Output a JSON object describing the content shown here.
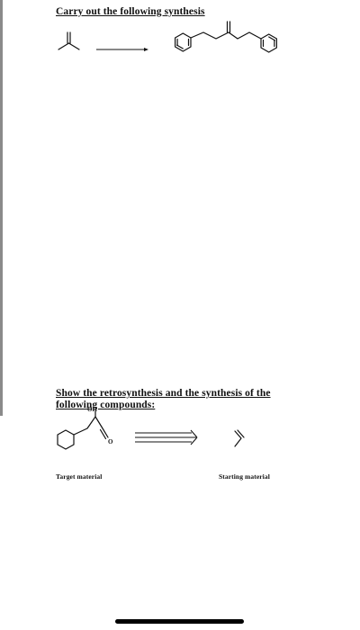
{
  "section1": {
    "heading": "Carry out the following synthesis"
  },
  "section2": {
    "heading": "Show the retrosynthesis and the synthesis of the following compounds:",
    "target_label": "Target material",
    "starting_label": "Starting material",
    "atom_labels": {
      "hydroxyl": "OH",
      "oxygen": "O"
    }
  }
}
